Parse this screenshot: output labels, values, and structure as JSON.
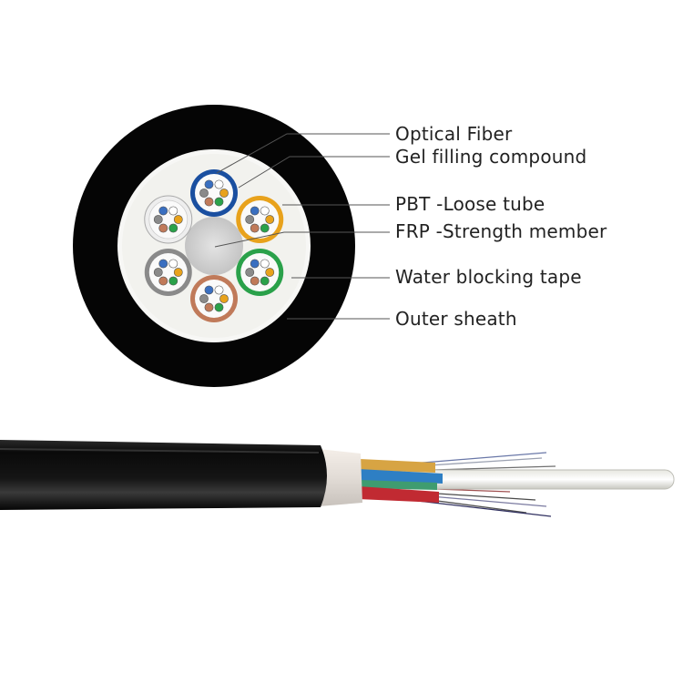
{
  "labels": {
    "optical_fiber": "Optical Fiber",
    "gel_filling": "Gel filling compound",
    "pbt_tube": "PBT -Loose tube",
    "frp_member": "FRP -Strength member",
    "water_tape": "Water blocking tape",
    "outer_sheath": "Outer sheath"
  },
  "colors": {
    "sheath": "#050505",
    "core_background": "#f2f2ee",
    "frp_rod": "#cfcfcf",
    "leader_line": "#555555",
    "tube_blue": "#1a4fa0",
    "tube_orange": "#e8a21c",
    "tube_green": "#2aa14a",
    "tube_brown": "#c07a5a",
    "tube_gray": "#8a8a8a",
    "tube_white": "#eeeeee"
  },
  "fiber_colors": [
    "#ffffff",
    "#e8a21c",
    "#2aa14a",
    "#c07a5a",
    "#8a8a8a",
    "#3a6fc0"
  ],
  "tubes": [
    {
      "name": "tube-blue",
      "color": "blue"
    },
    {
      "name": "tube-orange",
      "color": "orange"
    },
    {
      "name": "tube-green",
      "color": "green"
    },
    {
      "name": "tube-brown",
      "color": "brown"
    },
    {
      "name": "tube-gray",
      "color": "gray"
    },
    {
      "name": "tube-white",
      "color": "white"
    }
  ]
}
